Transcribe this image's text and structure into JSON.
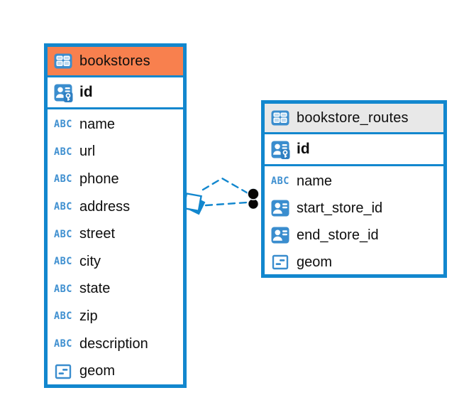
{
  "tables": [
    {
      "name": "bookstores",
      "header_color": "#F8804E",
      "primary_key": "id",
      "fields": [
        {
          "label": "name",
          "icon": "text-type-icon"
        },
        {
          "label": "url",
          "icon": "text-type-icon"
        },
        {
          "label": "phone",
          "icon": "text-type-icon"
        },
        {
          "label": "address",
          "icon": "text-type-icon"
        },
        {
          "label": "street",
          "icon": "text-type-icon"
        },
        {
          "label": "city",
          "icon": "text-type-icon"
        },
        {
          "label": "state",
          "icon": "text-type-icon"
        },
        {
          "label": "zip",
          "icon": "text-type-icon"
        },
        {
          "label": "description",
          "icon": "text-type-icon"
        },
        {
          "label": "geom",
          "icon": "geometry-type-icon"
        }
      ]
    },
    {
      "name": "bookstore_routes",
      "header_color": "#E8E8E8",
      "primary_key": "id",
      "fields": [
        {
          "label": "name",
          "icon": "text-type-icon"
        },
        {
          "label": "start_store_id",
          "icon": "foreign-key-icon"
        },
        {
          "label": "end_store_id",
          "icon": "foreign-key-icon"
        },
        {
          "label": "geom",
          "icon": "geometry-type-icon"
        }
      ]
    }
  ],
  "relationships": [
    {
      "from": "bookstore_routes.start_store_id",
      "to": "bookstores.id",
      "line_style": "dashed"
    },
    {
      "from": "bookstore_routes.end_store_id",
      "to": "bookstores.id",
      "line_style": "dashed"
    }
  ],
  "text_type_label": "ABC",
  "colors": {
    "table_border": "#1287CE",
    "icon_blue": "#3A8DCE",
    "bookstores_header": "#F8804E",
    "routes_header": "#E8E8E8",
    "connector": "#1287CE"
  }
}
